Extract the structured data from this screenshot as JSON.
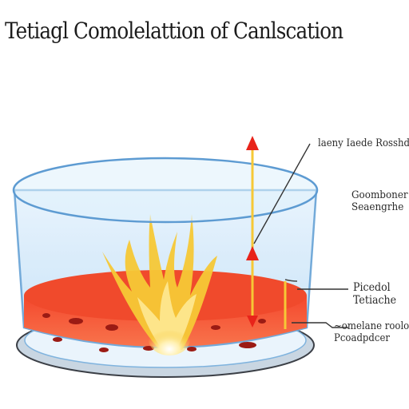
{
  "title": "Tetiagl Comolelattion of Canlscation",
  "labels": {
    "top_right": "laeny Iaede Rosshd",
    "right_middle_line1": "Goomboner",
    "right_middle_line2": "Seaengrhe",
    "right_lower_line1": "Picedol",
    "right_lower_line2": "Tetiache",
    "bottom_right_line1": "~omelane rooloc",
    "bottom_right_line2": "Pcoadpdcer"
  },
  "colors": {
    "glass_outline": "#4d8fc9",
    "glass_fill": "#d9ecfb",
    "liquid": "#f04a2c",
    "flame": "#f6c836",
    "arrow": "#e8231a",
    "leader_line": "#333333"
  }
}
